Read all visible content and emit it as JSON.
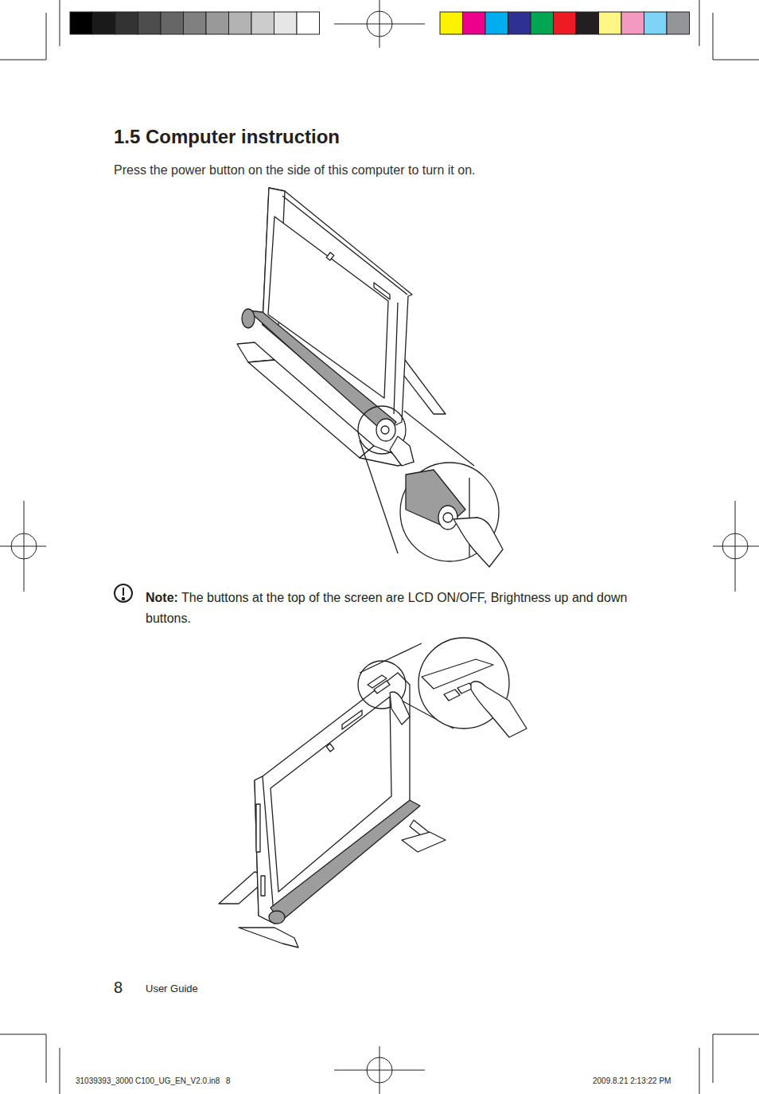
{
  "diagram": {
    "title": "1.5 Computer instruction",
    "labels": [
      "Press the power button on the side of this computer to turn it on.",
      "Note:",
      "The buttons at the top of the screen are LCD ON/OFF, Brightness up and down buttons.",
      "8",
      "User Guide",
      "31039393_3000 C100_UG_EN_V2.0.in8",
      "8",
      "2009.8.21 2:13:22 PM"
    ]
  }
}
